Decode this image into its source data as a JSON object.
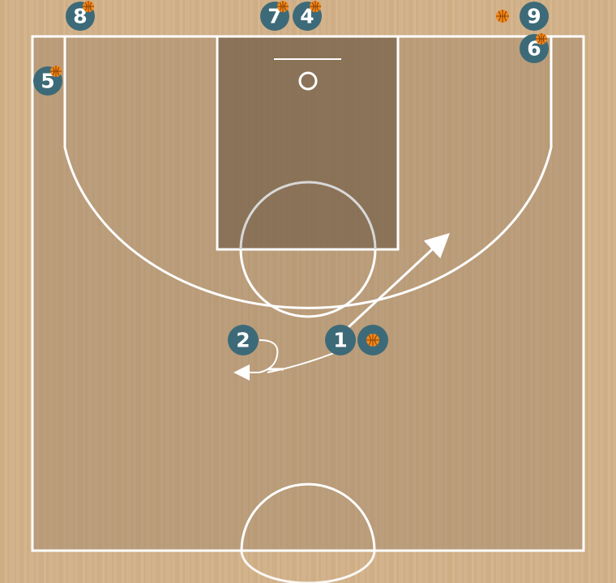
{
  "players": [
    {
      "label": "8",
      "has_ball": true
    },
    {
      "label": "7",
      "has_ball": true
    },
    {
      "label": "4",
      "has_ball": true
    },
    {
      "label": "9",
      "has_ball": false
    },
    {
      "label": "6",
      "has_ball": true
    },
    {
      "label": "5",
      "has_ball": true
    },
    {
      "label": "2",
      "has_ball": false
    },
    {
      "label": "1",
      "has_ball": false
    },
    {
      "label": "",
      "has_ball": true
    }
  ],
  "colors": {
    "floor": "#d2b38c",
    "half_court": "#b69a7a",
    "paint": "#84705a",
    "lines": "#ffffff",
    "player": "#3d6a78",
    "ball": "#f08a1c",
    "movement_path": "#ffffff"
  },
  "icons": {
    "player": "player-circle",
    "ball": "basketball-icon",
    "movement": "arrow-path"
  }
}
